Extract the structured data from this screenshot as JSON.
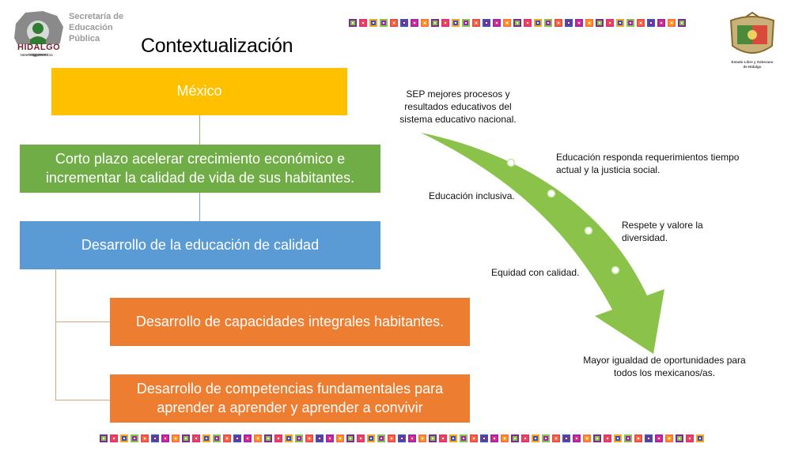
{
  "header": {
    "institution_lines": [
      "Secretaría de",
      "Educación",
      "Pública"
    ],
    "logo_text": "HIDALGO",
    "logo_subtext": "TIERRA DE TRABAJO",
    "title": "Contextualización",
    "seal_caption_lines": [
      "Estado Libre y Soberano",
      "de Hidalgo"
    ]
  },
  "hierarchy": {
    "mexico": "México",
    "corto_plazo": "Corto plazo acelerar crecimiento económico e incrementar la calidad de vida de sus habitantes.",
    "desarrollo": "Desarrollo de la educación de calidad",
    "capacidades": "Desarrollo de capacidades integrales habitantes.",
    "competencias": "Desarrollo de competencias fundamentales para aprender a aprender y aprender a convivir"
  },
  "arrow_notes": {
    "sep": "SEP mejores procesos y resultados educativos del sistema educativo nacional.",
    "requerimientos": "Educación responda requerimientos tiempo actual y la justicia social.",
    "inclusiva": "Educación inclusiva.",
    "diversidad": "Respete y valore la diversidad.",
    "equidad": "Equidad con calidad.",
    "igualdad": "Mayor igualdad de oportunidades para todos los mexicanos/as."
  },
  "colors": {
    "yellow": "#ffc000",
    "green": "#70ad47",
    "blue": "#5b9bd5",
    "orange": "#ed7d31",
    "arrow": "#8bc34a",
    "palette": [
      "#7b2d8e",
      "#e8307a",
      "#f5a623",
      "#8bc34a",
      "#e94e4e",
      "#3f51b5",
      "#9c27b0",
      "#ff7043"
    ]
  }
}
